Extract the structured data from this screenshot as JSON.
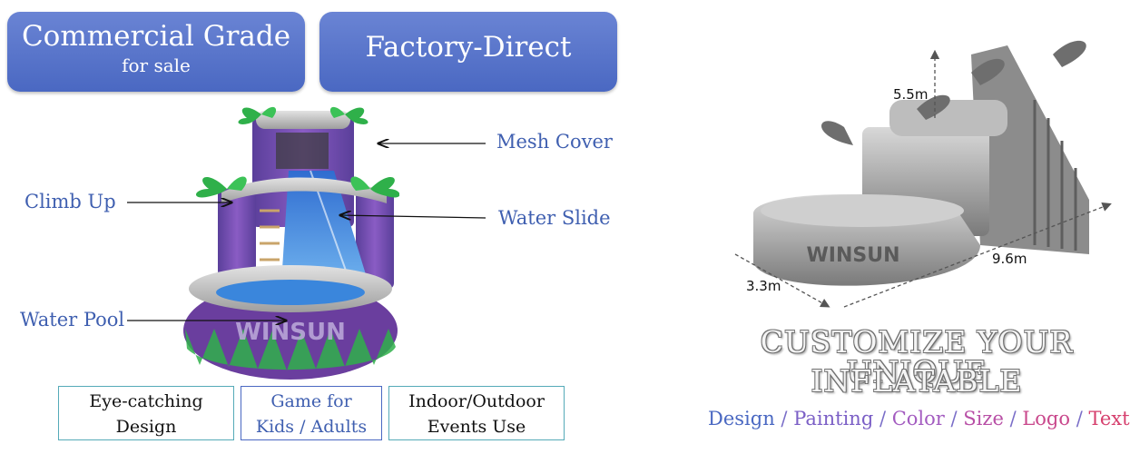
{
  "badges": {
    "commercial_title": "Commercial Grade",
    "commercial_sub": "for sale",
    "factory_title": "Factory-Direct"
  },
  "callouts": {
    "mesh_cover": "Mesh Cover",
    "climb_up": "Climb Up",
    "water_slide": "Water Slide",
    "water_pool": "Water Pool"
  },
  "product": {
    "logo_text": "WINSUN"
  },
  "features": [
    {
      "line1": "Eye-catching",
      "line2": "Design"
    },
    {
      "line1": "Game for",
      "line2": "Kids / Adults"
    },
    {
      "line1": "Indoor/Outdoor",
      "line2": "Events Use"
    }
  ],
  "dimensions": {
    "height": "5.5m",
    "length": "9.6m",
    "width": "3.3m"
  },
  "customize": {
    "line1": "CUSTOMIZE YOUR UNIQUE",
    "line2": "INFLATABLE"
  },
  "options": {
    "design": "Design",
    "painting": "Painting",
    "color": "Color",
    "size": "Size",
    "logo": "Logo",
    "text": "Text",
    "separator": "/"
  },
  "colors": {
    "badge_blue": "#4a68c2",
    "callout_blue": "#3f5fb0",
    "feature_border": "#55aab8",
    "design_color": "#4a68c2",
    "painting_color": "#7b5fc6",
    "color_color": "#a35cc0",
    "size_color": "#b84fa6",
    "logo_color": "#c9488c",
    "text_color": "#d6406e"
  }
}
